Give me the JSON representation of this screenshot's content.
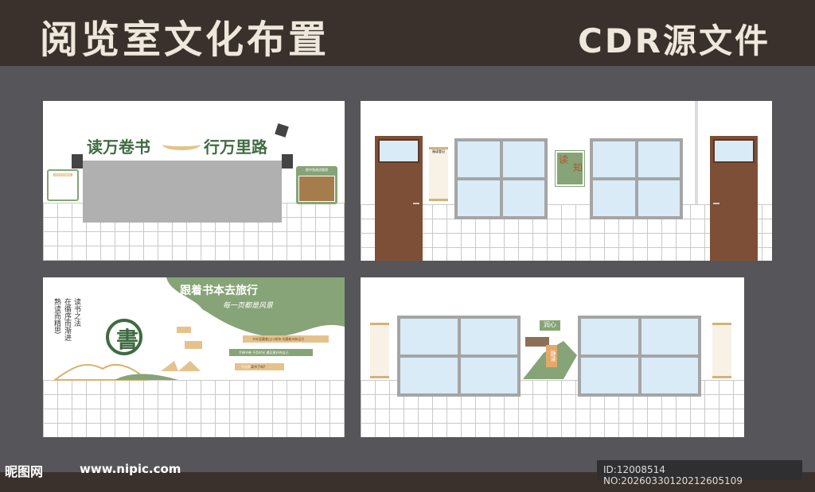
{
  "header": {
    "title": "阅览室文化布置",
    "subtitle": "CDR源文件"
  },
  "panel1": {
    "slogan_left": "读万卷书",
    "slogan_right": "行万里路",
    "board_title": "图书角阅读管理",
    "notice_title": "阅览室管理制度"
  },
  "panel2": {
    "sign_left": "读",
    "sign_right": "知",
    "scroll_title": "阅读登记"
  },
  "panel3": {
    "headline": "跟着书本去旅行",
    "tagline": "每一页都是风景",
    "vertical_1": "读书之法",
    "vertical_2": "在循序而渐进",
    "vertical_3": "熟读而精思",
    "emblem": "書",
    "line_1": "书本里藏着山川湖海 也藏着诗和远方",
    "line_2": "手捧书卷 不负时光 遇见更好的自己",
    "line_3_highlight": "今天你",
    "line_3_rest": "读书了吗?"
  },
  "panel4": {
    "label_1": "润心",
    "label_2": "静读"
  },
  "footer": {
    "logo": "昵图网",
    "url": "www.nipic.com",
    "id_text": "ID:12008514 NO:20260330120212605109"
  },
  "colors": {
    "green": "#3f6b41",
    "sage": "#86a477",
    "tan": "#e5c28c",
    "brown": "#7d4f36"
  }
}
